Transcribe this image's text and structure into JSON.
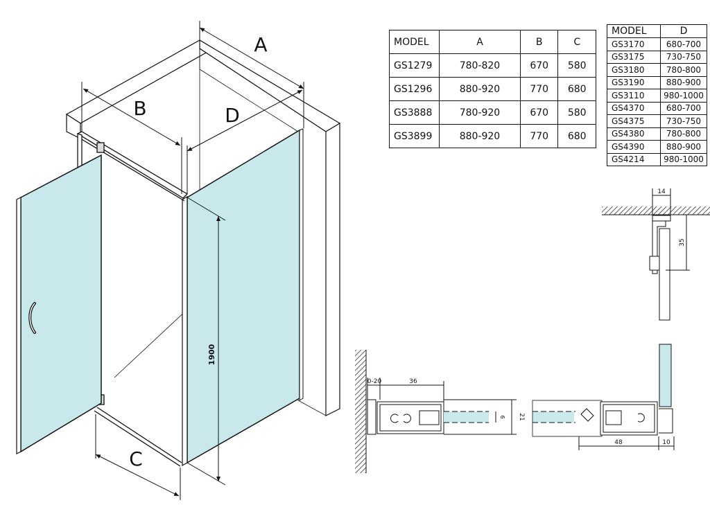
{
  "labels": {
    "dim_a": "A",
    "dim_b": "B",
    "dim_c": "C",
    "dim_d": "D",
    "height": "1900"
  },
  "table_abc": {
    "headers": [
      "MODEL",
      "A",
      "B",
      "C"
    ],
    "rows": [
      [
        "GS1279",
        "780-820",
        "670",
        "580"
      ],
      [
        "GS1296",
        "880-920",
        "770",
        "680"
      ],
      [
        "GS3888",
        "780-920",
        "670",
        "580"
      ],
      [
        "GS3899",
        "880-920",
        "770",
        "680"
      ]
    ]
  },
  "table_d": {
    "headers": [
      "MODEL",
      "D"
    ],
    "rows": [
      [
        "GS3170",
        "680-700"
      ],
      [
        "GS3175",
        "730-750"
      ],
      [
        "GS3180",
        "780-800"
      ],
      [
        "GS3190",
        "880-900"
      ],
      [
        "GS3110",
        "980-1000"
      ],
      [
        "GS4370",
        "680-700"
      ],
      [
        "GS4375",
        "730-750"
      ],
      [
        "GS4380",
        "780-800"
      ],
      [
        "GS4390",
        "880-900"
      ],
      [
        "GS4214",
        "980-1000"
      ]
    ]
  },
  "details": {
    "top_width": "14",
    "top_height": "35",
    "wall_gap": "0-20",
    "wall_depth": "36",
    "glass_thickness": "6",
    "profile_height": "21",
    "corner_depth": "48",
    "corner_width": "10"
  },
  "colors": {
    "glass": "#c9e8ec",
    "glass_edge": "#9fcfd6",
    "line": "#111111",
    "hatch": "#333333"
  }
}
